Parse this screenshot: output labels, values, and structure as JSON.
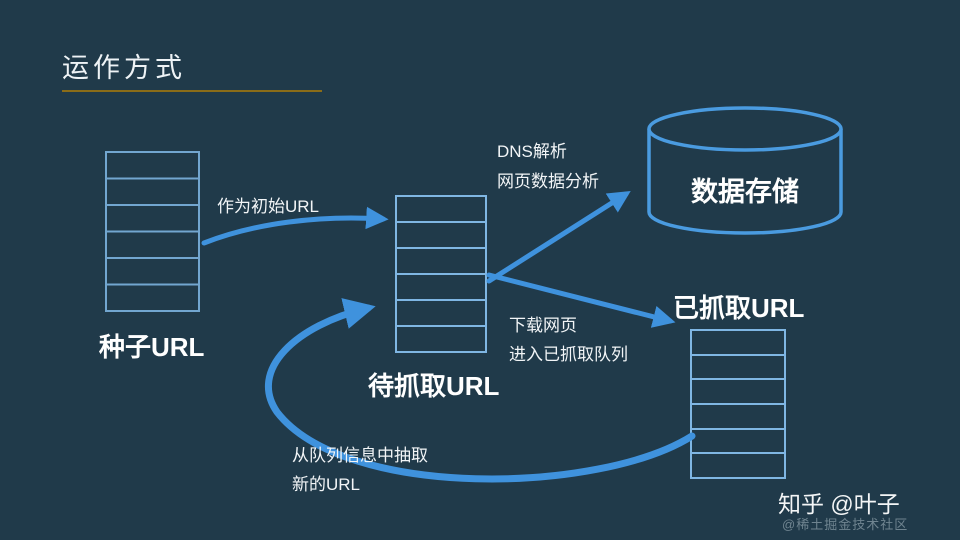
{
  "title": "运作方式",
  "nodes": {
    "seed": {
      "label": "种子URL"
    },
    "pending": {
      "label": "待抓取URL"
    },
    "crawled": {
      "label": "已抓取URL"
    },
    "storage": {
      "label": "数据存储"
    }
  },
  "edges": {
    "seed_to_pending": {
      "label": "作为初始URL"
    },
    "pending_to_storage": {
      "line1": "DNS解析",
      "line2": "网页数据分析"
    },
    "pending_to_crawled": {
      "line1": "下载网页",
      "line2": "进入已抓取队列"
    },
    "crawled_to_pending": {
      "line1": "从队列信息中抽取",
      "line2": "新的URL"
    }
  },
  "watermark": {
    "line1": "知乎 @叶子",
    "line2": "@稀土掘金技术社区"
  },
  "colors": {
    "background": "#203a4a",
    "arrow": "#3f92dd",
    "queue_border": "#7fb6e3",
    "seed_queue_border": "#72a6d0",
    "title_underline": "#8a6c18",
    "text": "#ffffff"
  }
}
